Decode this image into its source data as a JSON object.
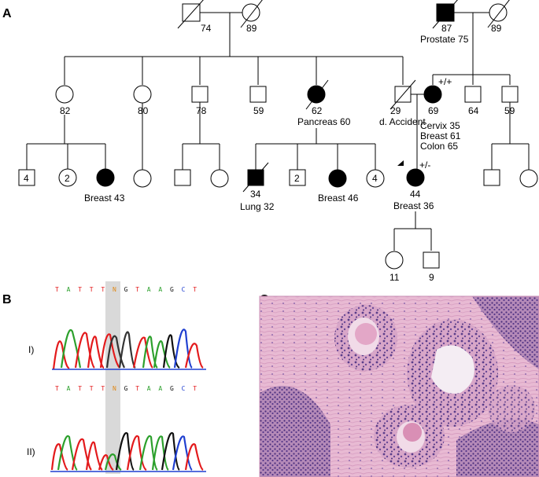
{
  "panels": {
    "a": "A",
    "b": "B",
    "c": "C"
  },
  "pedigree": {
    "gen1": {
      "left_father_age": "74",
      "left_mother_age": "89",
      "right_father_age": "87",
      "right_father_cancer": "Prostate 75",
      "right_mother_age": "89"
    },
    "gen2": {
      "f1_age": "82",
      "f2_age": "80",
      "m1_age": "78",
      "m2_age": "59",
      "f3_age": "62",
      "f3_cancer": "Pancreas 60",
      "husband_age": "29",
      "husband_note": "d. Accident",
      "mother_age": "69",
      "mother_genotype": "+/+",
      "mother_cancers": [
        "Cervix 35",
        "Breast 61",
        "Colon  65"
      ],
      "m3_age": "64",
      "m4_age": "59"
    },
    "gen3": {
      "sons_count": "4",
      "daughters_count": "2",
      "daughter_cancer": "Breast 43",
      "son_age": "34",
      "son_cancer": "Lung 32",
      "sons2_count": "2",
      "daughter2_cancer": "Breast 46",
      "daughters2_count": "4",
      "proband_age": "44",
      "proband_genotype": "+/-",
      "proband_cancer": "Breast  36"
    },
    "gen4": {
      "daughter_age": "11",
      "son_age": "9"
    }
  },
  "sequencing": {
    "row1_label": "I)",
    "row2_label": "II)",
    "sequence1": [
      "T",
      "A",
      "T",
      "T",
      "T",
      "N",
      "G",
      "T",
      "A",
      "A",
      "G",
      "C",
      "T"
    ],
    "sequence2": [
      "T",
      "A",
      "T",
      "T",
      "T",
      "N",
      "G",
      "T",
      "A",
      "A",
      "G",
      "C",
      "T"
    ],
    "base_colors": {
      "A": "#2ca02c",
      "C": "#1f3fd0",
      "G": "#111111",
      "T": "#e31a1c",
      "N": "#e08a1a"
    }
  },
  "histology": {
    "stain_colors": {
      "stroma": "#e6b3cf",
      "nuclei": "#5a3d8a",
      "lumen": "#f4edf3"
    }
  }
}
